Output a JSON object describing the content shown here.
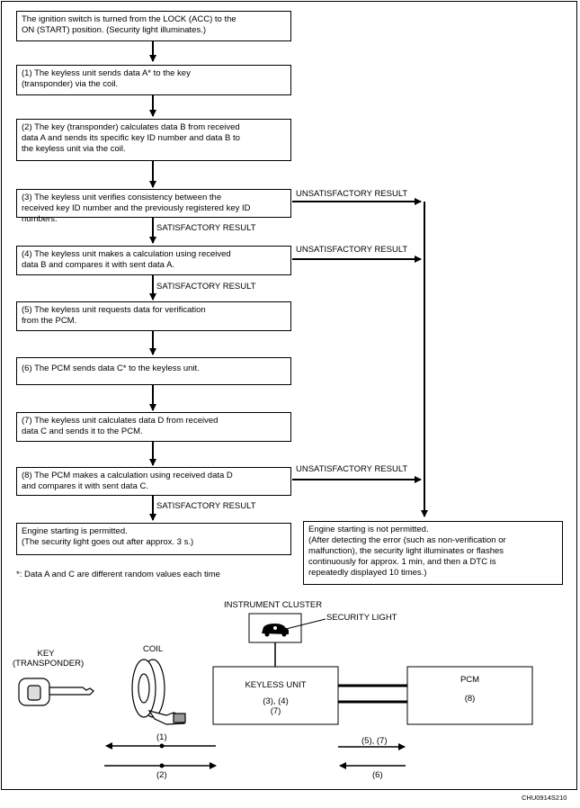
{
  "flow": {
    "start": "The ignition switch is turned from the LOCK (ACC) to the\nON (START) position. (Security light illuminates.)",
    "step1": "(1) The keyless unit sends data A* to the key\n(transponder) via the coil.",
    "step2": "(2) The key (transponder) calculates data B from received\ndata A and sends its specific key ID number and data B to\nthe keyless unit via the coil.",
    "step3": "(3) The keyless unit verifies consistency between the\nreceived key ID number and the previously registered key ID numbers.",
    "step4": "(4) The keyless unit makes a calculation using received\ndata B and compares it with sent data A.",
    "step5": "(5) The keyless unit requests data for verification\nfrom the PCM.",
    "step6": "(6) The PCM sends data C* to the keyless unit.",
    "step7": "(7) The keyless unit calculates data D from received\ndata C and sends it to the PCM.",
    "step8": "(8) The PCM makes a calculation using received data D\nand compares it with sent data C.",
    "permitted": "Engine starting is permitted.\n(The security light goes out after approx. 3 s.)",
    "not_permitted": "Engine starting is not permitted.\n(After detecting the error (such as non-verification or\nmalfunction), the security light illuminates or flashes\ncontinuously for approx. 1 min, and then a DTC is\nrepeatedly displayed 10 times.)",
    "satisfactory": "SATISFACTORY RESULT",
    "unsatisfactory": "UNSATISFACTORY RESULT",
    "footnote": "*: Data A and C are different random values each time"
  },
  "components": {
    "instrument_cluster": "INSTRUMENT CLUSTER",
    "security_light": "SECURITY LIGHT",
    "key": "KEY\n(TRANSPONDER)",
    "coil": "COIL",
    "keyless_unit": "KEYLESS UNIT",
    "keyless_steps": "(3), (4)\n(7)",
    "pcm": "PCM",
    "pcm_steps": "(8)",
    "sig_1": "(1)",
    "sig_2": "(2)",
    "sig_5_7": "(5), (7)",
    "sig_6": "(6)"
  },
  "figure_code": "CHU0914S210"
}
